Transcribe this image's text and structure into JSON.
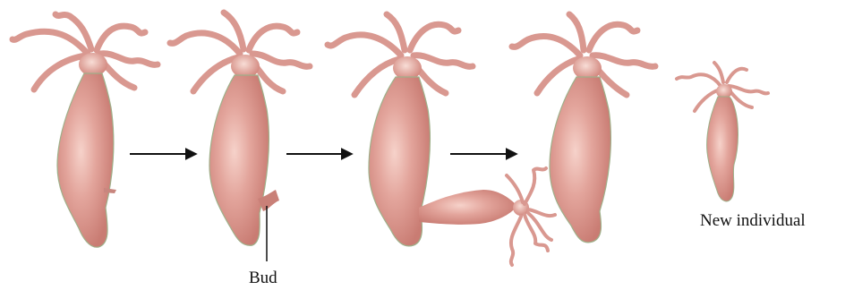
{
  "labels": {
    "bud": "Bud",
    "new_individual": "New individual"
  },
  "stages": [
    {
      "name": "hydra-adult"
    },
    {
      "name": "hydra-with-small-bud"
    },
    {
      "name": "hydra-with-growing-bud"
    },
    {
      "name": "hydra-after-detachment"
    },
    {
      "name": "new-individual"
    }
  ],
  "colors": {
    "body": "#d98f87",
    "body_shadow": "#c47870",
    "body_highlight": "#f2c6bd",
    "outline_green": "#7e9a6e",
    "arrow": "#111111",
    "text": "#111111"
  }
}
